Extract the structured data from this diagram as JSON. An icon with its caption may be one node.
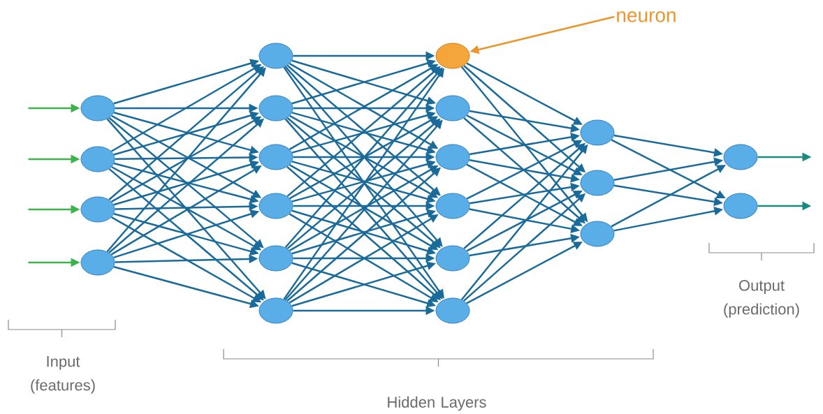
{
  "diagram": {
    "nodes": [
      {
        "text": [],
        "shape": "circle"
      },
      {
        "text": [],
        "shape": "circle"
      },
      {
        "text": [],
        "shape": "circle"
      },
      {
        "text": [],
        "shape": "circle"
      },
      {
        "text": [],
        "shape": "circle"
      },
      {
        "text": [],
        "shape": "circle"
      },
      {
        "text": [],
        "shape": "circle"
      },
      {
        "text": [],
        "shape": "circle"
      },
      {
        "text": [],
        "shape": "circle"
      },
      {
        "text": [],
        "shape": "circle"
      },
      {
        "text": [],
        "shape": "circle"
      },
      {
        "text": [],
        "shape": "circle"
      },
      {
        "text": [],
        "shape": "circle"
      },
      {
        "text": [],
        "shape": "circle"
      },
      {
        "text": [],
        "shape": "circle"
      },
      {
        "text": [],
        "shape": "circle"
      },
      {
        "text": [],
        "shape": "circle"
      },
      {
        "text": [],
        "shape": "circle"
      },
      {
        "text": [],
        "shape": "circle"
      },
      {
        "text": [],
        "shape": "circle"
      },
      {
        "text": [],
        "shape": "circle"
      },
      {
        "text": [
          "neuron"
        ]
      }
    ],
    "edges": [
      {
        "from": null,
        "to": 0,
        "arrow": "to",
        "color": "#3cb44a"
      },
      {
        "from": null,
        "to": 1,
        "arrow": "to",
        "color": "#3cb44a"
      },
      {
        "from": null,
        "to": 2,
        "arrow": "to",
        "color": "#3cb44a"
      },
      {
        "from": null,
        "to": 3,
        "arrow": "to",
        "color": "#3cb44a"
      },
      {
        "from": 0,
        "to": 4,
        "arrow": "to"
      },
      {
        "from": 0,
        "to": 5,
        "arrow": "to"
      },
      {
        "from": 0,
        "to": 6,
        "arrow": "to"
      },
      {
        "from": 0,
        "to": 7,
        "arrow": "to"
      },
      {
        "from": 0,
        "to": 8,
        "arrow": "to"
      },
      {
        "from": 0,
        "to": 9,
        "arrow": "to"
      },
      {
        "from": 1,
        "to": 4,
        "arrow": "to"
      },
      {
        "from": 1,
        "to": 5,
        "arrow": "to"
      },
      {
        "from": 1,
        "to": 6,
        "arrow": "to"
      },
      {
        "from": 1,
        "to": 7,
        "arrow": "to"
      },
      {
        "from": 1,
        "to": 8,
        "arrow": "to"
      },
      {
        "from": 1,
        "to": 9,
        "arrow": "to"
      },
      {
        "from": 2,
        "to": 4,
        "arrow": "to"
      },
      {
        "from": 2,
        "to": 5,
        "arrow": "to"
      },
      {
        "from": 2,
        "to": 6,
        "arrow": "to"
      },
      {
        "from": 2,
        "to": 7,
        "arrow": "to"
      },
      {
        "from": 2,
        "to": 8,
        "arrow": "to"
      },
      {
        "from": 2,
        "to": 9,
        "arrow": "to"
      },
      {
        "from": 3,
        "to": 4,
        "arrow": "to"
      },
      {
        "from": 3,
        "to": 5,
        "arrow": "to"
      },
      {
        "from": 3,
        "to": 6,
        "arrow": "to"
      },
      {
        "from": 3,
        "to": 7,
        "arrow": "to"
      },
      {
        "from": 3,
        "to": 8,
        "arrow": "to"
      },
      {
        "from": 3,
        "to": 9,
        "arrow": "to"
      },
      {
        "from": 4,
        "to": 10,
        "arrow": "to"
      },
      {
        "from": 4,
        "to": 11,
        "arrow": "to"
      },
      {
        "from": 4,
        "to": 12,
        "arrow": "to"
      },
      {
        "from": 4,
        "to": 13,
        "arrow": "to"
      },
      {
        "from": 4,
        "to": 14,
        "arrow": "to"
      },
      {
        "from": 4,
        "to": 15,
        "arrow": "to"
      },
      {
        "from": 5,
        "to": 10,
        "arrow": "to"
      },
      {
        "from": 5,
        "to": 11,
        "arrow": "to"
      },
      {
        "from": 5,
        "to": 12,
        "arrow": "to"
      },
      {
        "from": 5,
        "to": 13,
        "arrow": "to"
      },
      {
        "from": 5,
        "to": 14,
        "arrow": "to"
      },
      {
        "from": 5,
        "to": 15,
        "arrow": "to"
      },
      {
        "from": 6,
        "to": 10,
        "arrow": "to"
      },
      {
        "from": 6,
        "to": 11,
        "arrow": "to"
      },
      {
        "from": 6,
        "to": 12,
        "arrow": "to"
      },
      {
        "from": 6,
        "to": 13,
        "arrow": "to"
      },
      {
        "from": 6,
        "to": 14,
        "arrow": "to"
      },
      {
        "from": 6,
        "to": 15,
        "arrow": "to"
      },
      {
        "from": 7,
        "to": 10,
        "arrow": "to"
      },
      {
        "from": 7,
        "to": 11,
        "arrow": "to"
      },
      {
        "from": 7,
        "to": 12,
        "arrow": "to"
      },
      {
        "from": 7,
        "to": 13,
        "arrow": "to"
      },
      {
        "from": 7,
        "to": 14,
        "arrow": "to"
      },
      {
        "from": 7,
        "to": 15,
        "arrow": "to"
      },
      {
        "from": 8,
        "to": 10,
        "arrow": "to"
      },
      {
        "from": 8,
        "to": 11,
        "arrow": "to"
      },
      {
        "from": 8,
        "to": 12,
        "arrow": "to"
      },
      {
        "from": 8,
        "to": 13,
        "arrow": "to"
      },
      {
        "from": 8,
        "to": 14,
        "arrow": "to"
      },
      {
        "from": 8,
        "to": 15,
        "arrow": "to"
      },
      {
        "from": 9,
        "to": 10,
        "arrow": "to"
      },
      {
        "from": 9,
        "to": 11,
        "arrow": "to"
      },
      {
        "from": 9,
        "to": 12,
        "arrow": "to"
      },
      {
        "from": 9,
        "to": 13,
        "arrow": "to"
      },
      {
        "from": 9,
        "to": 14,
        "arrow": "to"
      },
      {
        "from": 9,
        "to": 15,
        "arrow": "to"
      },
      {
        "from": 10,
        "to": 16,
        "arrow": "to"
      },
      {
        "from": 10,
        "to": 17,
        "arrow": "to"
      },
      {
        "from": 10,
        "to": 18,
        "arrow": "to"
      },
      {
        "from": 11,
        "to": 16,
        "arrow": "to"
      },
      {
        "from": 11,
        "to": 17,
        "arrow": "to"
      },
      {
        "from": 11,
        "to": 18,
        "arrow": "to"
      },
      {
        "from": 12,
        "to": 16,
        "arrow": "to"
      },
      {
        "from": 12,
        "to": 17,
        "arrow": "to"
      },
      {
        "from": 12,
        "to": 18,
        "arrow": "to"
      },
      {
        "from": 13,
        "to": 16,
        "arrow": "to"
      },
      {
        "from": 13,
        "to": 17,
        "arrow": "to"
      },
      {
        "from": 13,
        "to": 18,
        "arrow": "to"
      },
      {
        "from": 14,
        "to": 16,
        "arrow": "to"
      },
      {
        "from": 14,
        "to": 17,
        "arrow": "to"
      },
      {
        "from": 14,
        "to": 18,
        "arrow": "to"
      },
      {
        "from": 15,
        "to": 16,
        "arrow": "to"
      },
      {
        "from": 15,
        "to": 17,
        "arrow": "to"
      },
      {
        "from": 15,
        "to": 18,
        "arrow": "to"
      },
      {
        "from": 16,
        "to": 19,
        "arrow": "to"
      },
      {
        "from": 16,
        "to": 20,
        "arrow": "to"
      },
      {
        "from": 17,
        "to": 19,
        "arrow": "to"
      },
      {
        "from": 17,
        "to": 20,
        "arrow": "to"
      },
      {
        "from": 18,
        "to": 19,
        "arrow": "to"
      },
      {
        "from": 18,
        "to": 20,
        "arrow": "to"
      },
      {
        "from": 19,
        "to": null,
        "arrow": "to",
        "color": "#1a8a80"
      },
      {
        "from": 20,
        "to": null,
        "arrow": "to",
        "color": "#1a8a80"
      },
      {
        "from": 21,
        "to": 10,
        "arrow": "to",
        "color": "#e8962e"
      }
    ],
    "labels": [
      "Output (prediction)",
      "Input (features)",
      "Hidden Layers"
    ]
  }
}
